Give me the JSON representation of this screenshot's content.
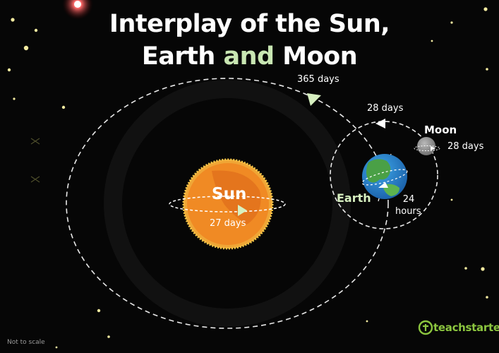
{
  "title": {
    "line1": "Interplay of the Sun,",
    "line2_prefix": "Earth",
    "line2_and": " and ",
    "line2_moon": "Moon"
  },
  "sun": {
    "name": "Sun",
    "rotation": "27 days",
    "color": "#f08a24"
  },
  "earth": {
    "name": "Earth",
    "orbit": "365 days",
    "rotation_value": "24",
    "rotation_unit": "hours"
  },
  "moon": {
    "name": "Moon",
    "orbit": "28 days",
    "rotation": "28 days"
  },
  "footnote": "Not to scale",
  "brand": "teachstarter",
  "colors": {
    "background": "#060606",
    "accent": "#c8e6b2",
    "brand": "#8cc63f"
  }
}
